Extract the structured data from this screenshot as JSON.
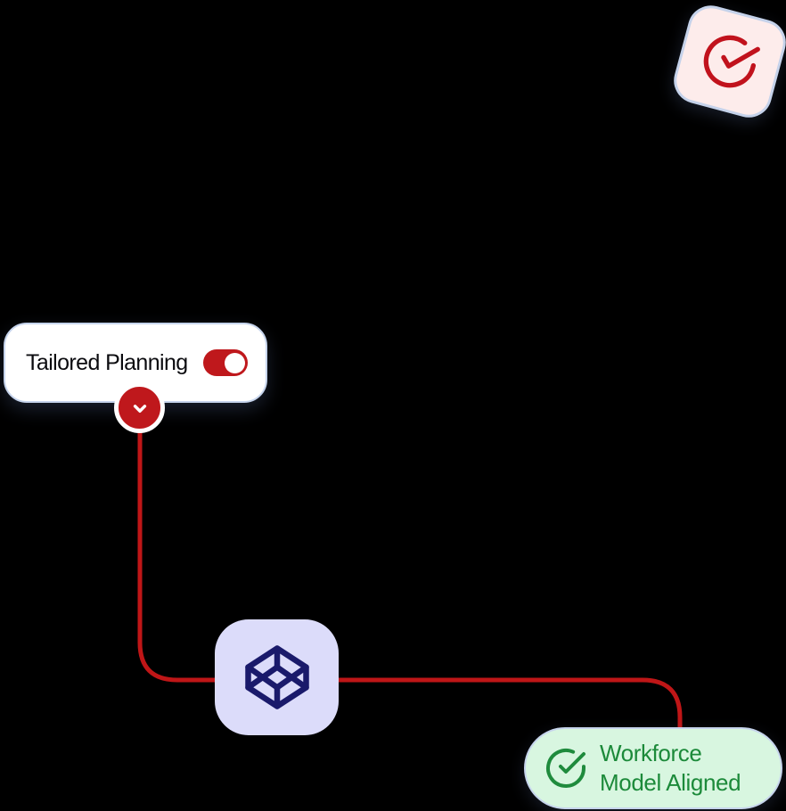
{
  "canvas": {
    "background_color": "#000000"
  },
  "badge": {
    "icon": "check-circle-icon",
    "icon_color": "#c1121c",
    "background_color": "#fdeceb",
    "border_color": "#c5d2ea",
    "rotation_deg": 15
  },
  "card": {
    "label": "Tailored Planning",
    "toggle": {
      "state": "on",
      "on_color": "#bf181c"
    }
  },
  "expand_button": {
    "icon": "chevron-down-icon",
    "background_color": "#bf181c"
  },
  "connector": {
    "color": "#bf1617",
    "stroke_width": 5
  },
  "cube_node": {
    "icon": "cube-wireframe-icon",
    "icon_color": "#1a1a6b",
    "background_color": "#dcdcfa"
  },
  "status_pill": {
    "icon": "check-circle-icon",
    "line1": "Workforce",
    "line2": "Model Aligned",
    "text_color": "#1c8a3a",
    "background_color": "#d8f6e0",
    "border_color": "#c6d4ec"
  }
}
